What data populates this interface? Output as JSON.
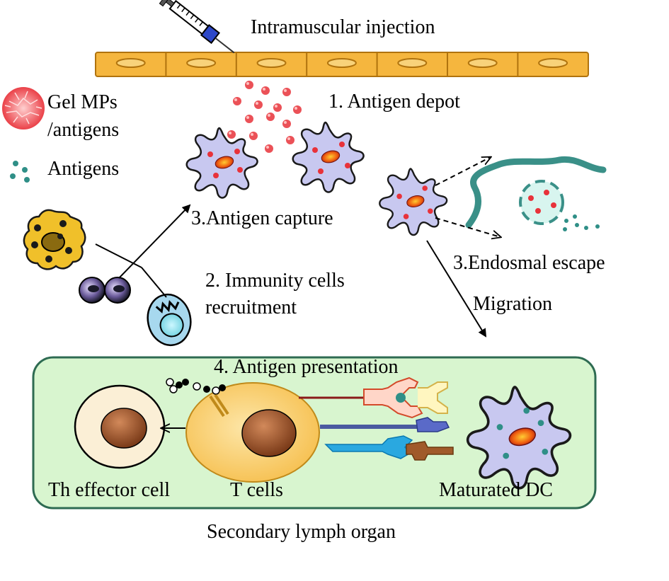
{
  "labels": {
    "injection": "Intramuscular injection",
    "depot": "1. Antigen depot",
    "gel_line1": "Gel MPs",
    "gel_line2": "/antigens",
    "antigens": "Antigens",
    "capture": "3.Antigen capture",
    "recruit_line1": "2. Immunity cells",
    "recruit_line2": "recruitment",
    "endosomal": "3.Endosmal escape",
    "migration": "Migration",
    "presentation": "4. Antigen presentation",
    "th_cell": "Th effector cell",
    "t_cells": "T cells",
    "dc": "Maturated DC",
    "organ": "Secondary lymph organ"
  },
  "colors": {
    "muscle_fill": "#f5b63e",
    "muscle_stroke": "#b0730e",
    "gel_red": "#e8323a",
    "antigen_teal": "#2f8f87",
    "dc_fill": "#c8c8f0",
    "lymph_fill": "#d8f5cf",
    "lymph_stroke": "#2e6b52",
    "tcell_fill": "#f9d47a",
    "nucleus": "#a0522d",
    "th_fill": "#fbefd6"
  },
  "icons": [
    "syringe-icon",
    "gel-microparticle-icon",
    "antigen-dots-icon",
    "dendritic-cell-icon",
    "macrophage-icon",
    "lymphocyte-icon",
    "neutrophil-icon",
    "endosome-icon",
    "t-cell-icon",
    "th-effector-cell-icon",
    "mhc-receptor-icon"
  ]
}
